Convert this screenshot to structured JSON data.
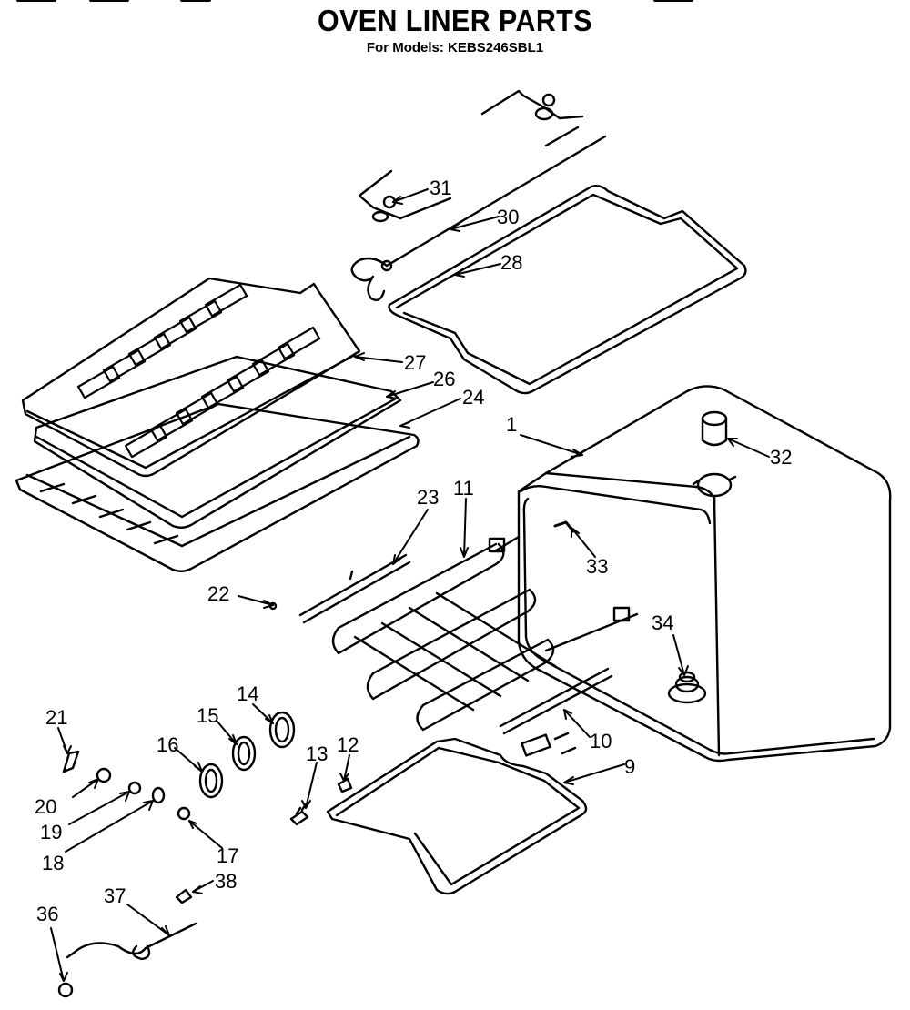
{
  "title": "OVEN LINER PARTS",
  "subtitle": "For Models: KEBS246SBL1",
  "callouts": [
    {
      "id": "1",
      "label": "1"
    },
    {
      "id": "9",
      "label": "9"
    },
    {
      "id": "10",
      "label": "10"
    },
    {
      "id": "11",
      "label": "11"
    },
    {
      "id": "12",
      "label": "12"
    },
    {
      "id": "13",
      "label": "13"
    },
    {
      "id": "14",
      "label": "14"
    },
    {
      "id": "15",
      "label": "15"
    },
    {
      "id": "16",
      "label": "16"
    },
    {
      "id": "17",
      "label": "17"
    },
    {
      "id": "18",
      "label": "18"
    },
    {
      "id": "19",
      "label": "19"
    },
    {
      "id": "20",
      "label": "20"
    },
    {
      "id": "21",
      "label": "21"
    },
    {
      "id": "22",
      "label": "22"
    },
    {
      "id": "23",
      "label": "23"
    },
    {
      "id": "24",
      "label": "24"
    },
    {
      "id": "26",
      "label": "26"
    },
    {
      "id": "27",
      "label": "27"
    },
    {
      "id": "28",
      "label": "28"
    },
    {
      "id": "30",
      "label": "30"
    },
    {
      "id": "31",
      "label": "31"
    },
    {
      "id": "32",
      "label": "32"
    },
    {
      "id": "33",
      "label": "33"
    },
    {
      "id": "34",
      "label": "34"
    },
    {
      "id": "36",
      "label": "36"
    },
    {
      "id": "37",
      "label": "37"
    },
    {
      "id": "38",
      "label": "38"
    }
  ]
}
